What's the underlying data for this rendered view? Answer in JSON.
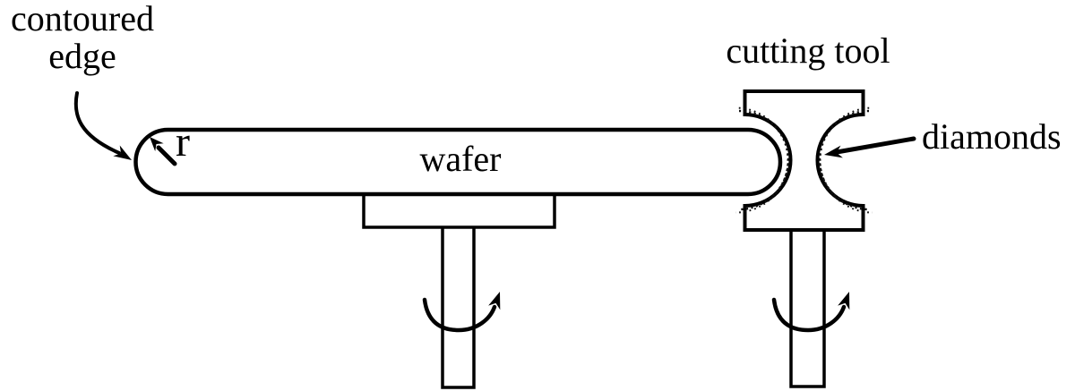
{
  "diagram": {
    "colors": {
      "ink": "#000000",
      "background": "#ffffff"
    },
    "labels": {
      "contoured_edge": {
        "line1": "contoured",
        "line2": "edge"
      },
      "radius": "r",
      "wafer": "wafer",
      "cutting_tool": "cutting tool",
      "diamonds": "diamonds"
    }
  }
}
